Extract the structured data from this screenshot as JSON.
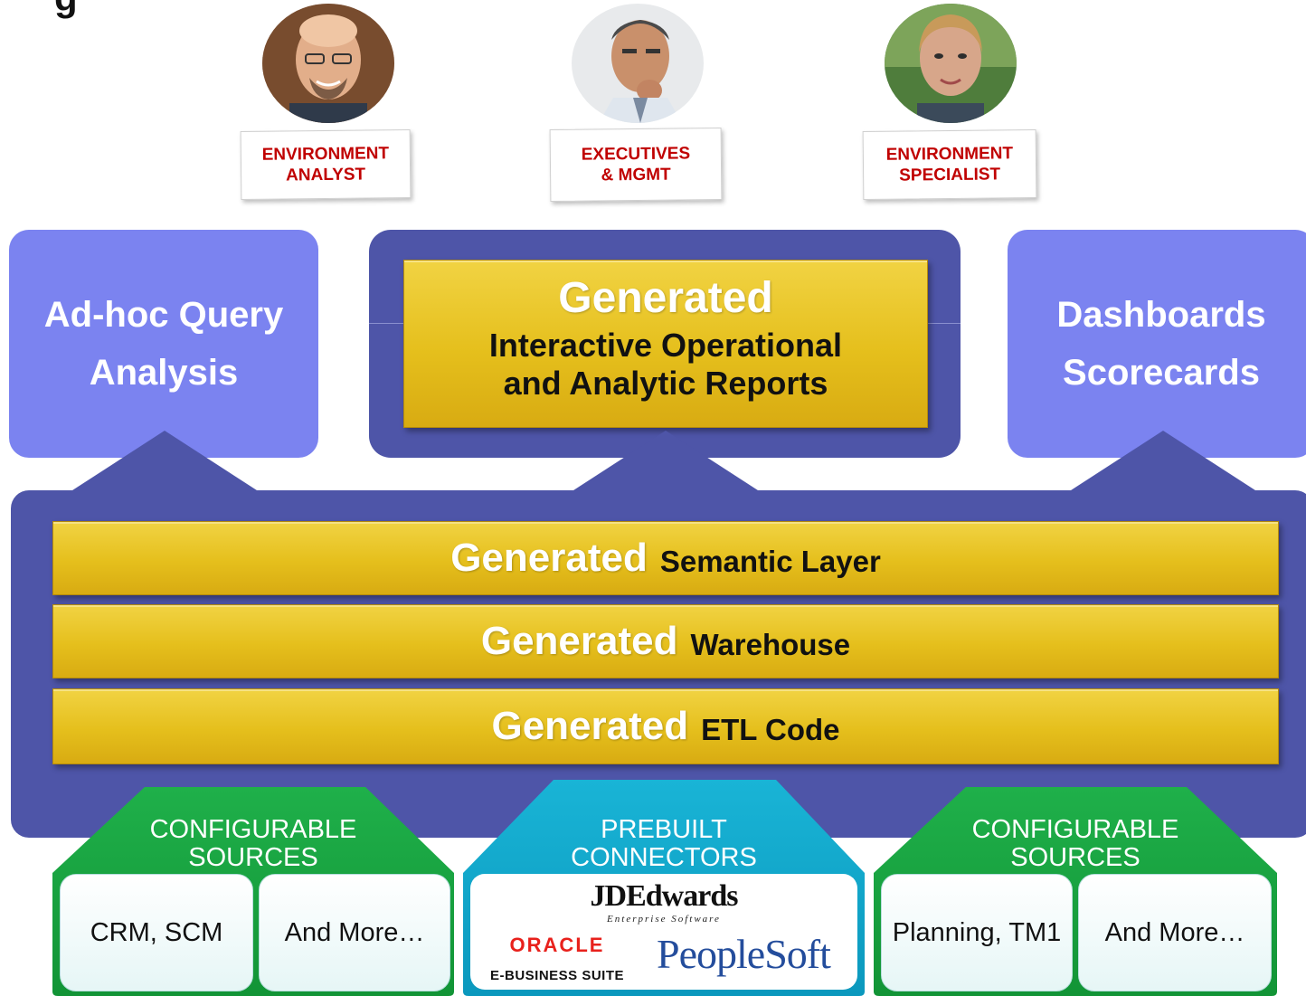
{
  "header": {
    "title_fragment": "g"
  },
  "personas": [
    {
      "label_line1": "ENVIRONMENT",
      "label_line2": "ANALYST",
      "avatar": "bald-man-portrait"
    },
    {
      "label_line1": "EXECUTIVES",
      "label_line2": "& MGMT",
      "avatar": "executive-man-portrait"
    },
    {
      "label_line1": "ENVIRONMENT",
      "label_line2": "SPECIALIST",
      "avatar": "woman-portrait"
    }
  ],
  "consumers": {
    "left": {
      "line1": "Ad-hoc Query",
      "line2": "Analysis"
    },
    "center": {
      "generated": "Generated",
      "line1": "Interactive Operational",
      "line2": "and Analytic Reports"
    },
    "right": {
      "line1": "Dashboards",
      "line2": "Scorecards"
    }
  },
  "layers": [
    {
      "generated": "Generated",
      "name": "Semantic Layer"
    },
    {
      "generated": "Generated",
      "name": "Warehouse"
    },
    {
      "generated": "Generated",
      "name": "ETL Code"
    }
  ],
  "sources": {
    "left": {
      "line1": "CONFIGURABLE",
      "line2": "SOURCES",
      "tiles": [
        "CRM, SCM",
        "And More…"
      ]
    },
    "center": {
      "line1": "PREBUILT",
      "line2": "CONNECTORS",
      "logos": {
        "jde": "JDEdwards",
        "jde_tag": "Enterprise Software",
        "oracle": "ORACLE",
        "oracle_sub": "E-BUSINESS SUITE",
        "peoplesoft": "PeopleSoft"
      }
    },
    "right": {
      "line1": "CONFIGURABLE",
      "line2": "SOURCES",
      "tiles": [
        "Planning, TM1",
        "And More…"
      ]
    }
  },
  "colors": {
    "frame": "#4e55a8",
    "side_box": "#7b83f0",
    "gold": "#e5bf1c",
    "configurable": "#1aa33b",
    "prebuilt": "#0fa5c8",
    "persona_text": "#c00000"
  }
}
